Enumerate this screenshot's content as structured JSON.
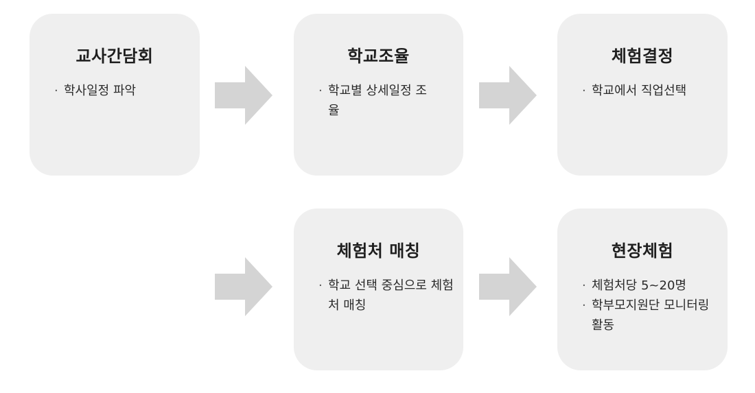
{
  "colors": {
    "box_fill": "#efefef",
    "arrow_fill": "#d4d4d4",
    "text": "#222222"
  },
  "steps": [
    {
      "title": "교사간담회",
      "bullets": [
        "학사일정 파악"
      ]
    },
    {
      "title": "학교조율",
      "bullets": [
        "학교별 상세일정 조율"
      ]
    },
    {
      "title": "체험결정",
      "bullets": [
        "학교에서 직업선택"
      ]
    },
    {
      "title": "체험처 매칭",
      "bullets": [
        "학교 선택 중심으로 체험처 매칭"
      ]
    },
    {
      "title": "현장체험",
      "bullets": [
        "체험처당 5~20명",
        "학부모지원단 모니터링활동"
      ]
    }
  ],
  "arrows": [
    {
      "shape": "right-arrow"
    },
    {
      "shape": "right-arrow"
    },
    {
      "shape": "right-arrow"
    },
    {
      "shape": "right-arrow"
    }
  ]
}
